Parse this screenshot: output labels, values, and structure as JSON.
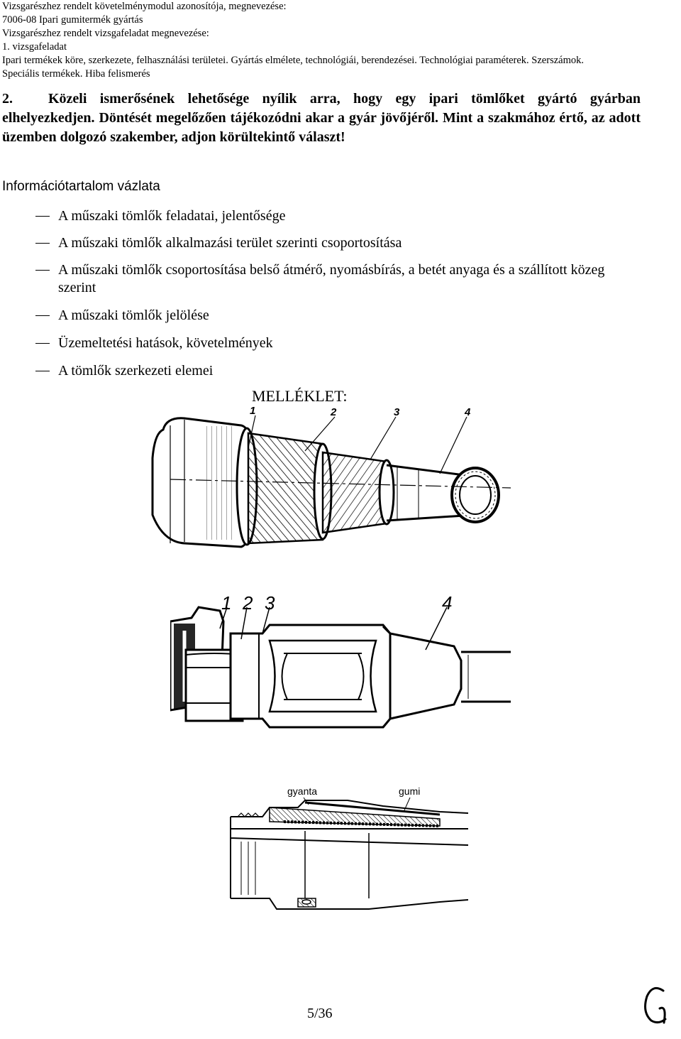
{
  "header": {
    "line1": "Vizsgarészhez rendelt követelménymodul azonosítója, megnevezése:",
    "line2": "7006-08 Ipari gumitermék gyártás",
    "line3": "Vizsgarészhez rendelt vizsgafeladat megnevezése:",
    "line4": "1. vizsgafeladat",
    "line5": "Ipari termékek köre, szerkezete, felhasználási területei. Gyártás elmélete, technológiái, berendezései. Technológiai paraméterek. Szerszámok.",
    "line6": "Speciális termékek. Hiba felismerés"
  },
  "task": {
    "number": "2.",
    "text": "Közeli ismerősének lehetősége nyílik arra, hogy egy ipari tömlőket gyártó gyárban elhelyezkedjen. Döntését megelőzően tájékozódni akar a gyár jövőjéről. Mint a szakmához értő, az adott üzemben dolgozó szakember, adjon körültekintő választ!"
  },
  "outline": {
    "title": "Információtartalom vázlata",
    "items": [
      "A műszaki tömlők feladatai, jelentősége",
      "A műszaki tömlők alkalmazási terület szerinti csoportosítása",
      "A műszaki tömlők csoportosítása belső átmérő, nyomásbírás, a betét anyaga és a szállított közeg szerint",
      " A műszaki tömlők jelölése",
      "Üzemeltetési hatások, követelmények",
      "A tömlők szerkezeti elemei"
    ]
  },
  "annex": {
    "title": "MELLÉKLET:",
    "fig1_labels": [
      "1",
      "2",
      "3",
      "4"
    ],
    "fig2_labels": [
      "1",
      "2",
      "3",
      "4"
    ],
    "fig3_labels": [
      "gyanta",
      "gumi"
    ]
  },
  "footer": {
    "page": "5/36"
  }
}
